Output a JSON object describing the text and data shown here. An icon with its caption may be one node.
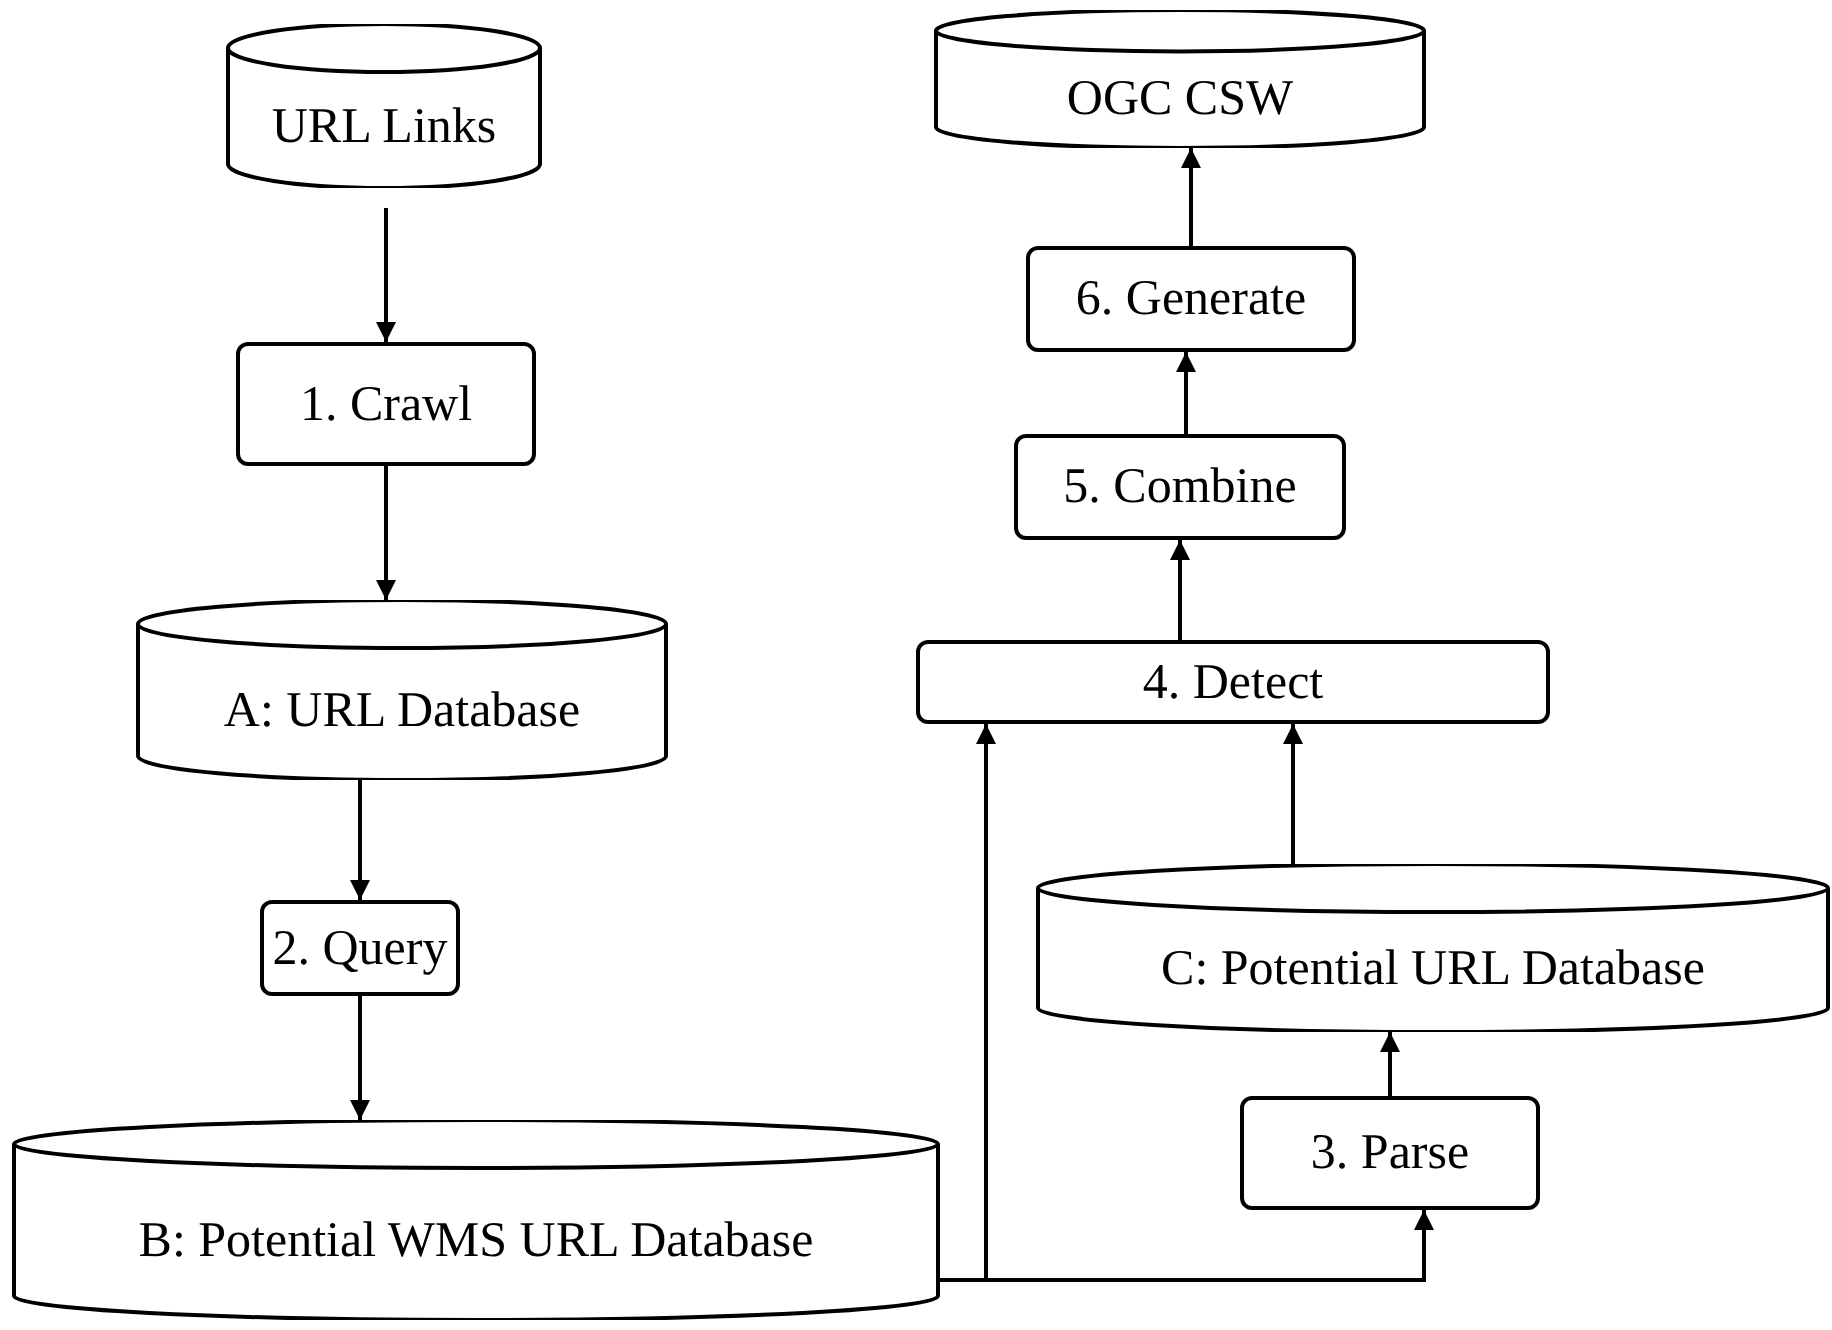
{
  "diagram": {
    "nodes": [
      {
        "text": [
          "URL Links"
        ]
      },
      {
        "text": [
          "1. Crawl"
        ]
      },
      {
        "text": [
          "A: URL Database"
        ]
      },
      {
        "text": [
          "2. Query"
        ]
      },
      {
        "text": [
          "B: Potential WMS URL Database"
        ]
      },
      {
        "text": [
          "OGC CSW"
        ]
      },
      {
        "text": [
          "6. Generate"
        ]
      },
      {
        "text": [
          "5. Combine"
        ]
      },
      {
        "text": [
          "4. Detect"
        ]
      },
      {
        "text": [
          "C: Potential URL Database"
        ]
      },
      {
        "text": [
          "3. Parse"
        ]
      }
    ],
    "edges": [
      {
        "from": 0,
        "to": 1,
        "arrow": "to"
      },
      {
        "from": 1,
        "to": 2,
        "arrow": "to"
      },
      {
        "from": 2,
        "to": 3,
        "arrow": "to"
      },
      {
        "from": 3,
        "to": 4,
        "arrow": "to"
      },
      {
        "from": 4,
        "to": 8,
        "arrow": "to"
      },
      {
        "from": 4,
        "to": 10,
        "arrow": "to"
      },
      {
        "from": 10,
        "to": 9,
        "arrow": "to"
      },
      {
        "from": 9,
        "to": 8,
        "arrow": "to"
      },
      {
        "from": 8,
        "to": 7,
        "arrow": "to"
      },
      {
        "from": 7,
        "to": 6,
        "arrow": "to"
      },
      {
        "from": 6,
        "to": 5,
        "arrow": "to"
      }
    ]
  }
}
